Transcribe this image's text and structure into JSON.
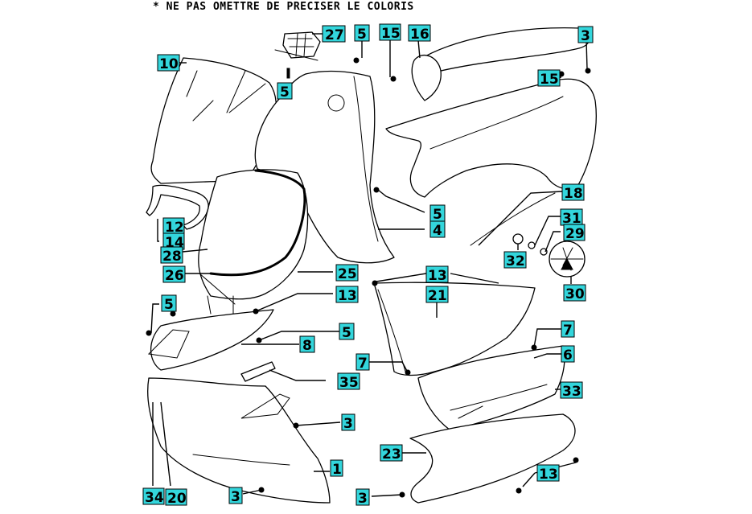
{
  "diagram": {
    "title_note": "* NE PAS OMETTRE DE PRECISER LE COLORIS",
    "label_fill": "#33d6dc",
    "label_text_color": "#000000",
    "parts": [
      {
        "id": "front-shield",
        "label": "1"
      },
      {
        "id": "screw",
        "label": "3"
      },
      {
        "id": "inner-shield-side",
        "label": "4"
      },
      {
        "id": "screw-small",
        "label": "5"
      },
      {
        "id": "floor-panel-bracket",
        "label": "6"
      },
      {
        "id": "clip-bolt",
        "label": "7"
      },
      {
        "id": "front-upper-trim",
        "label": "8"
      },
      {
        "id": "windscreen",
        "label": "10"
      },
      {
        "id": "bracket-left",
        "label": "12"
      },
      {
        "id": "screw-long",
        "label": "13"
      },
      {
        "id": "bracket-right",
        "label": "14"
      },
      {
        "id": "screw-spacer",
        "label": "15"
      },
      {
        "id": "rear-cover-upper",
        "label": "16"
      },
      {
        "id": "rear-side-panel",
        "label": "18"
      },
      {
        "id": "mudguard-insert",
        "label": "20"
      },
      {
        "id": "floor-side-panel",
        "label": "21"
      },
      {
        "id": "under-cover",
        "label": "23"
      },
      {
        "id": "leg-shield",
        "label": "25"
      },
      {
        "id": "seal-strip",
        "label": "26"
      },
      {
        "id": "rack",
        "label": "27"
      },
      {
        "id": "inner-shield",
        "label": "28"
      },
      {
        "id": "washer",
        "label": "29"
      },
      {
        "id": "emblem",
        "label": "30"
      },
      {
        "id": "washer-small",
        "label": "31"
      },
      {
        "id": "nut",
        "label": "32"
      },
      {
        "id": "footrest-mat",
        "label": "33"
      },
      {
        "id": "front-lower-trim",
        "label": "34"
      },
      {
        "id": "badge",
        "label": "35"
      }
    ],
    "callouts": [
      {
        "label": "27"
      },
      {
        "label": "5"
      },
      {
        "label": "15"
      },
      {
        "label": "16"
      },
      {
        "label": "3"
      },
      {
        "label": "10"
      },
      {
        "label": "5"
      },
      {
        "label": "15"
      },
      {
        "label": "5"
      },
      {
        "label": "4"
      },
      {
        "label": "18"
      },
      {
        "label": "12"
      },
      {
        "label": "14"
      },
      {
        "label": "28"
      },
      {
        "label": "26"
      },
      {
        "label": "25"
      },
      {
        "label": "31"
      },
      {
        "label": "29"
      },
      {
        "label": "32"
      },
      {
        "label": "30"
      },
      {
        "label": "13"
      },
      {
        "label": "13"
      },
      {
        "label": "21"
      },
      {
        "label": "5"
      },
      {
        "label": "5"
      },
      {
        "label": "8"
      },
      {
        "label": "7"
      },
      {
        "label": "7"
      },
      {
        "label": "6"
      },
      {
        "label": "35"
      },
      {
        "label": "33"
      },
      {
        "label": "3"
      },
      {
        "label": "23"
      },
      {
        "label": "13"
      },
      {
        "label": "1"
      },
      {
        "label": "3"
      },
      {
        "label": "3"
      },
      {
        "label": "34"
      },
      {
        "label": "20"
      }
    ]
  }
}
